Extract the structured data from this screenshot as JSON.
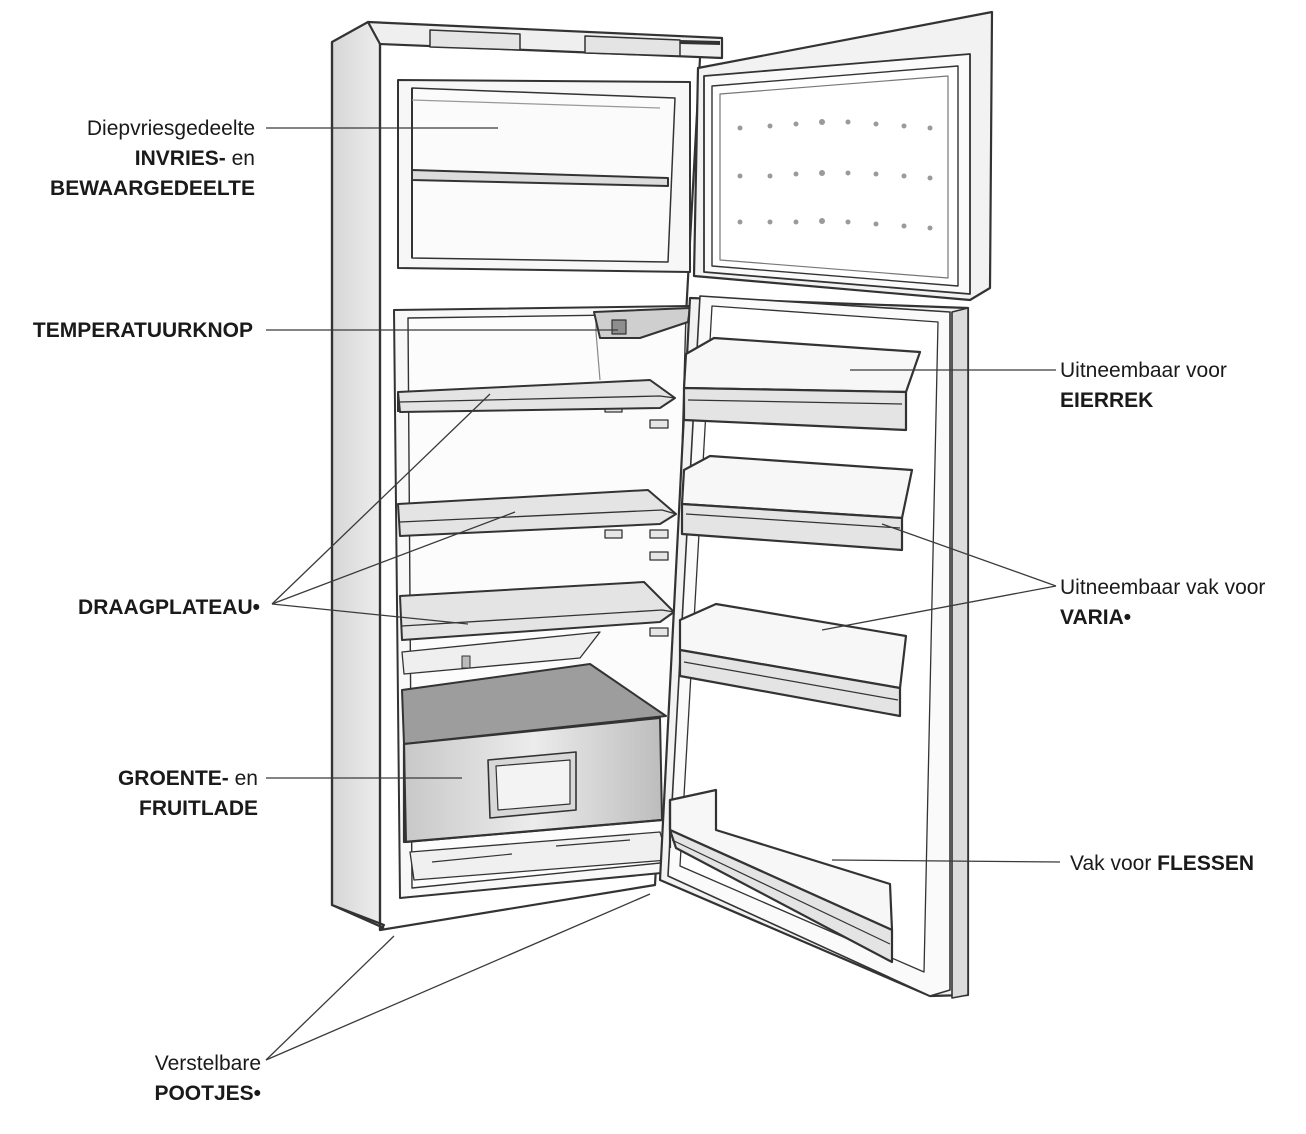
{
  "diagram": {
    "labels": {
      "freezer": {
        "line1": "Diepvriesgedeelte",
        "line2_bold": "INVRIES-",
        "line2_rest": " en",
        "line3": "BEWAARGEDEELTE"
      },
      "thermostat": {
        "text": "TEMPERATUURKNOP"
      },
      "shelves": {
        "text": "DRAAGPLATEAU",
        "mark": "•"
      },
      "crisper": {
        "line1_bold": "GROENTE-",
        "line1_rest": " en",
        "line2": "FRUITLADE"
      },
      "feet": {
        "line1": "Verstelbare",
        "line2": "POOTJES",
        "mark": "•"
      },
      "egg_tray": {
        "line1": "Uitneembaar voor",
        "line2": "EIERREK"
      },
      "varia": {
        "line1": "Uitneembaar vak voor",
        "line2": "VARIA",
        "mark": "•"
      },
      "bottles": {
        "prefix": "Vak voor ",
        "bold": "FLESSEN"
      }
    },
    "colors": {
      "line": "#3a3a3a",
      "fill_light": "#f4f4f4",
      "fill_mid": "#d9d9d9",
      "fill_dark": "#b5b5b5",
      "background": "#ffffff"
    }
  }
}
